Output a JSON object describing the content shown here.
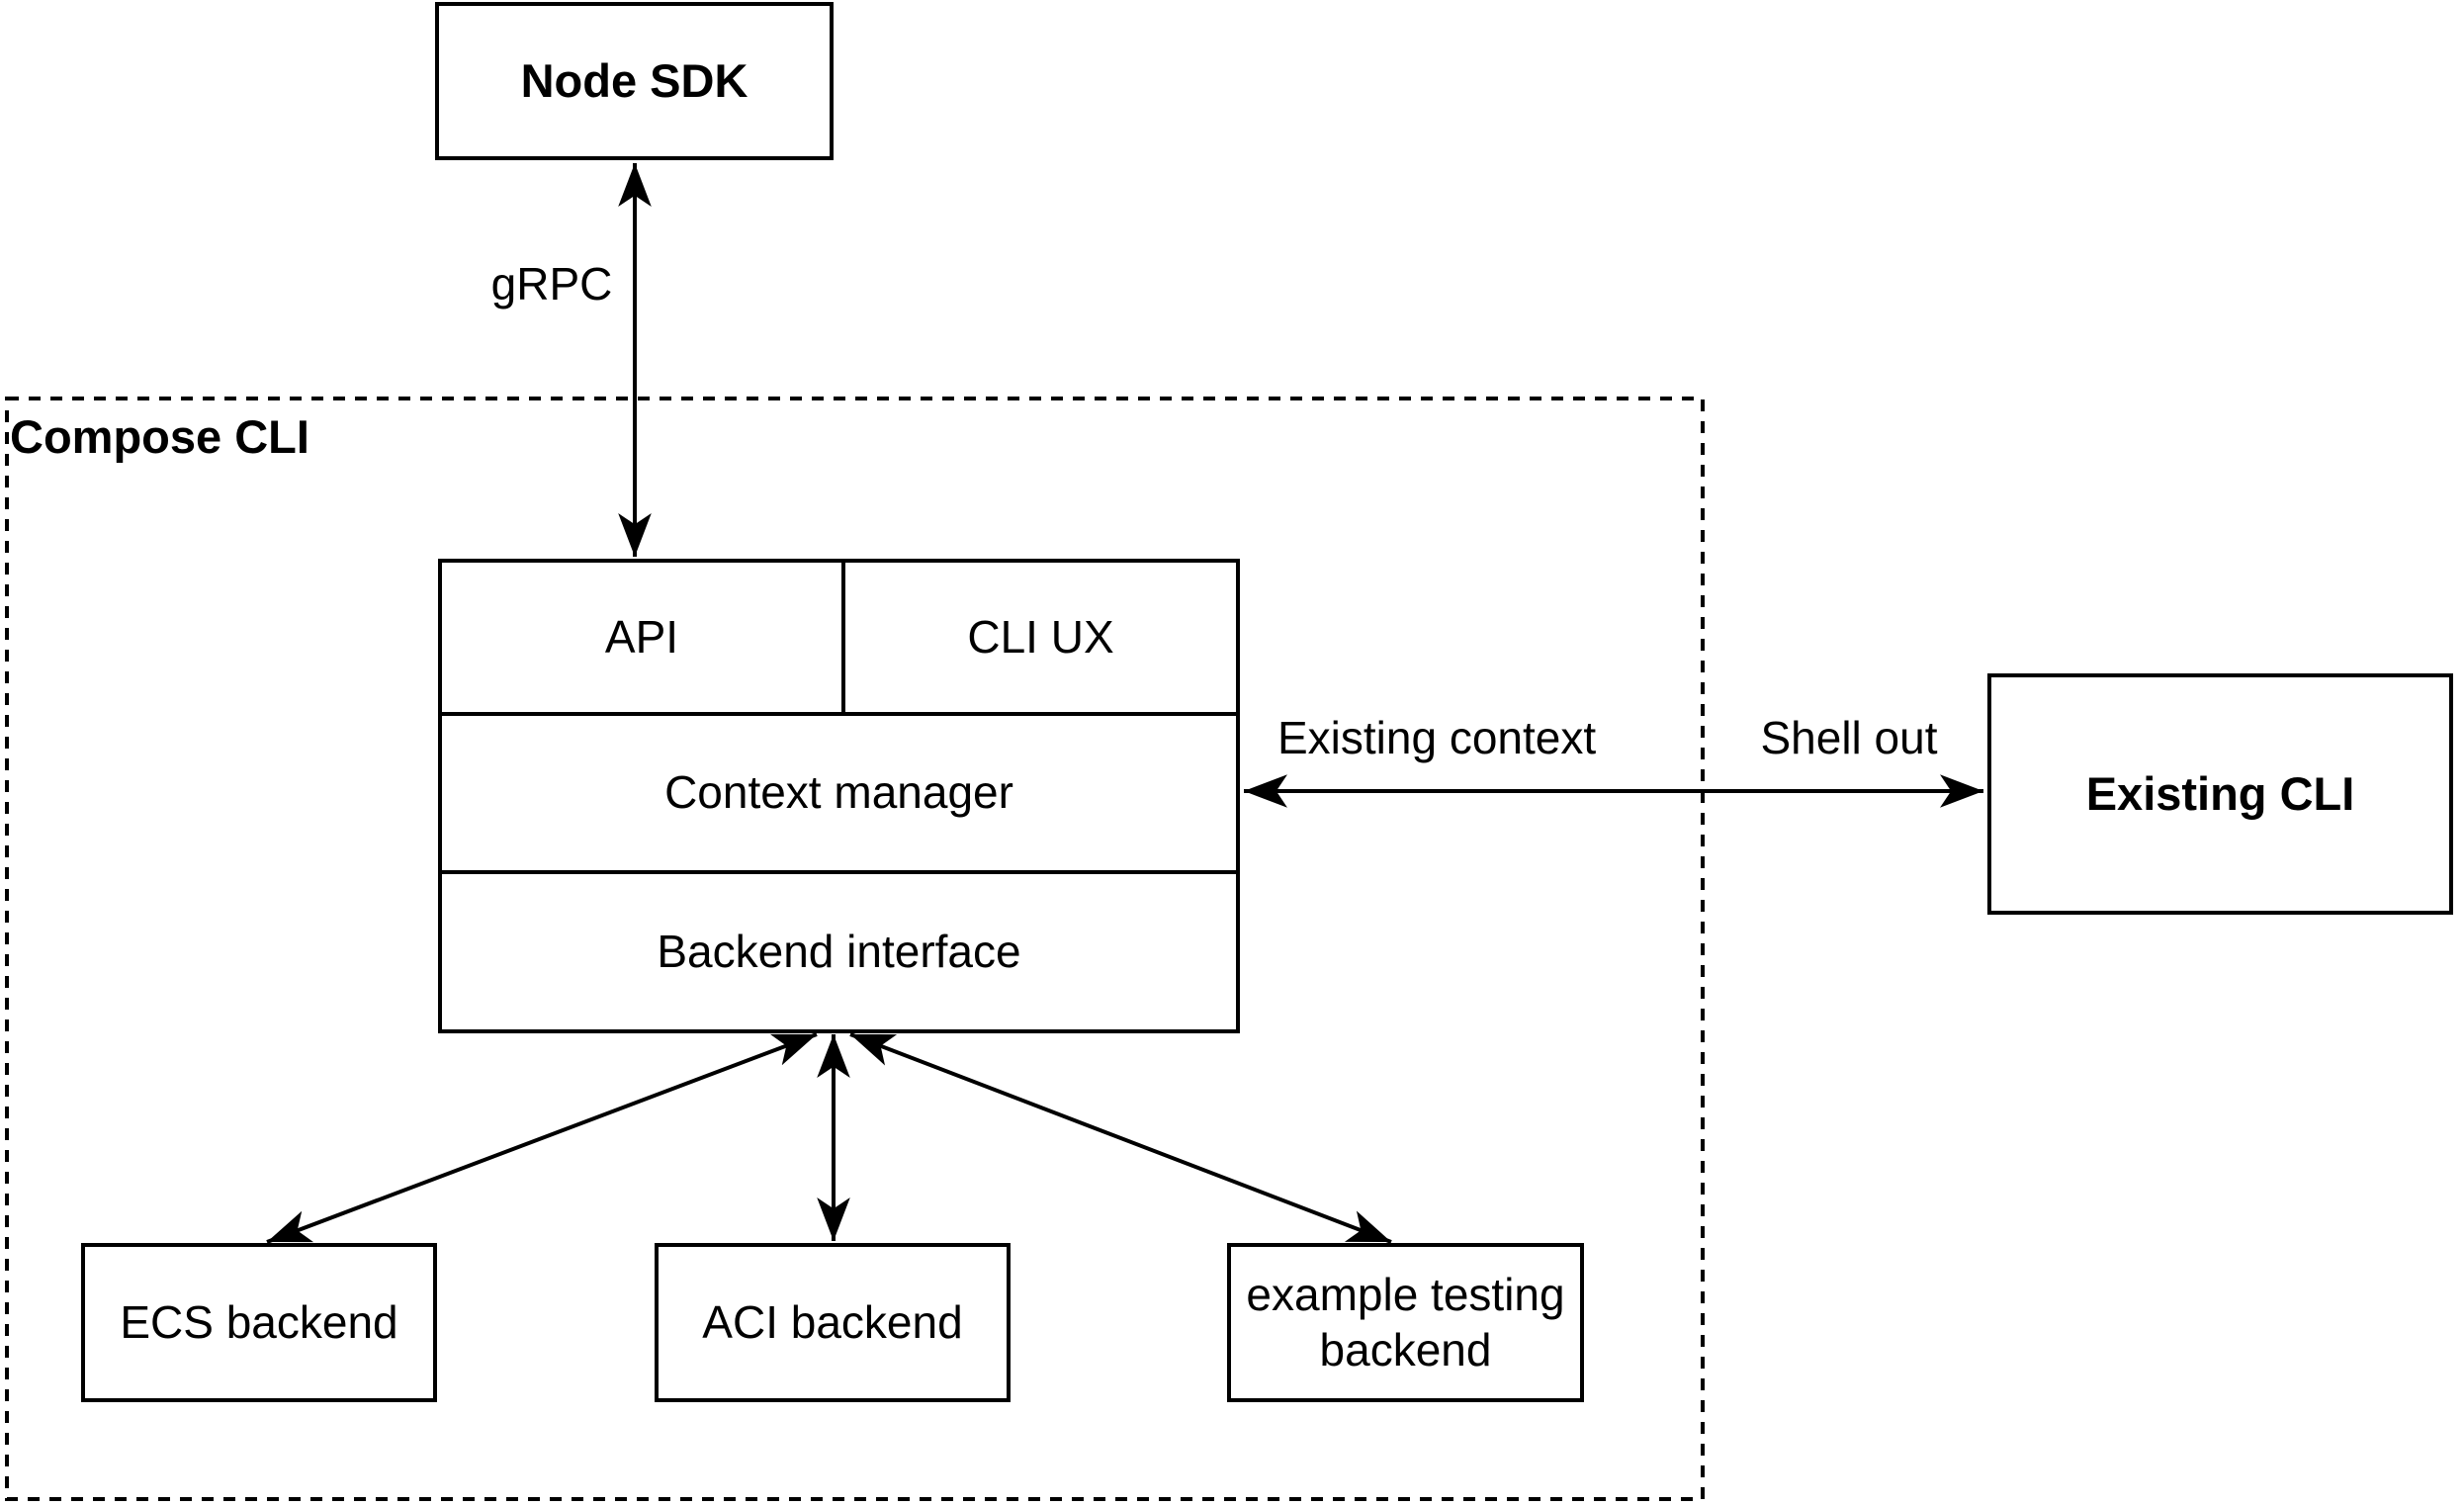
{
  "diagram": {
    "background_color": "#ffffff",
    "line_color": "#000000",
    "nodes": {
      "node_sdk": "Node SDK",
      "compose_cli_group": "Compose CLI",
      "api": "API",
      "cli_ux": "CLI UX",
      "context_manager": "Context manager",
      "backend_interface": "Backend interface",
      "existing_cli": "Existing CLI",
      "ecs_backend": "ECS backend",
      "aci_backend": "ACI backend",
      "example_testing_backend": "example testing backend"
    },
    "edge_labels": {
      "grpc": "gRPC",
      "existing_context": "Existing context",
      "shell_out": "Shell out"
    }
  }
}
